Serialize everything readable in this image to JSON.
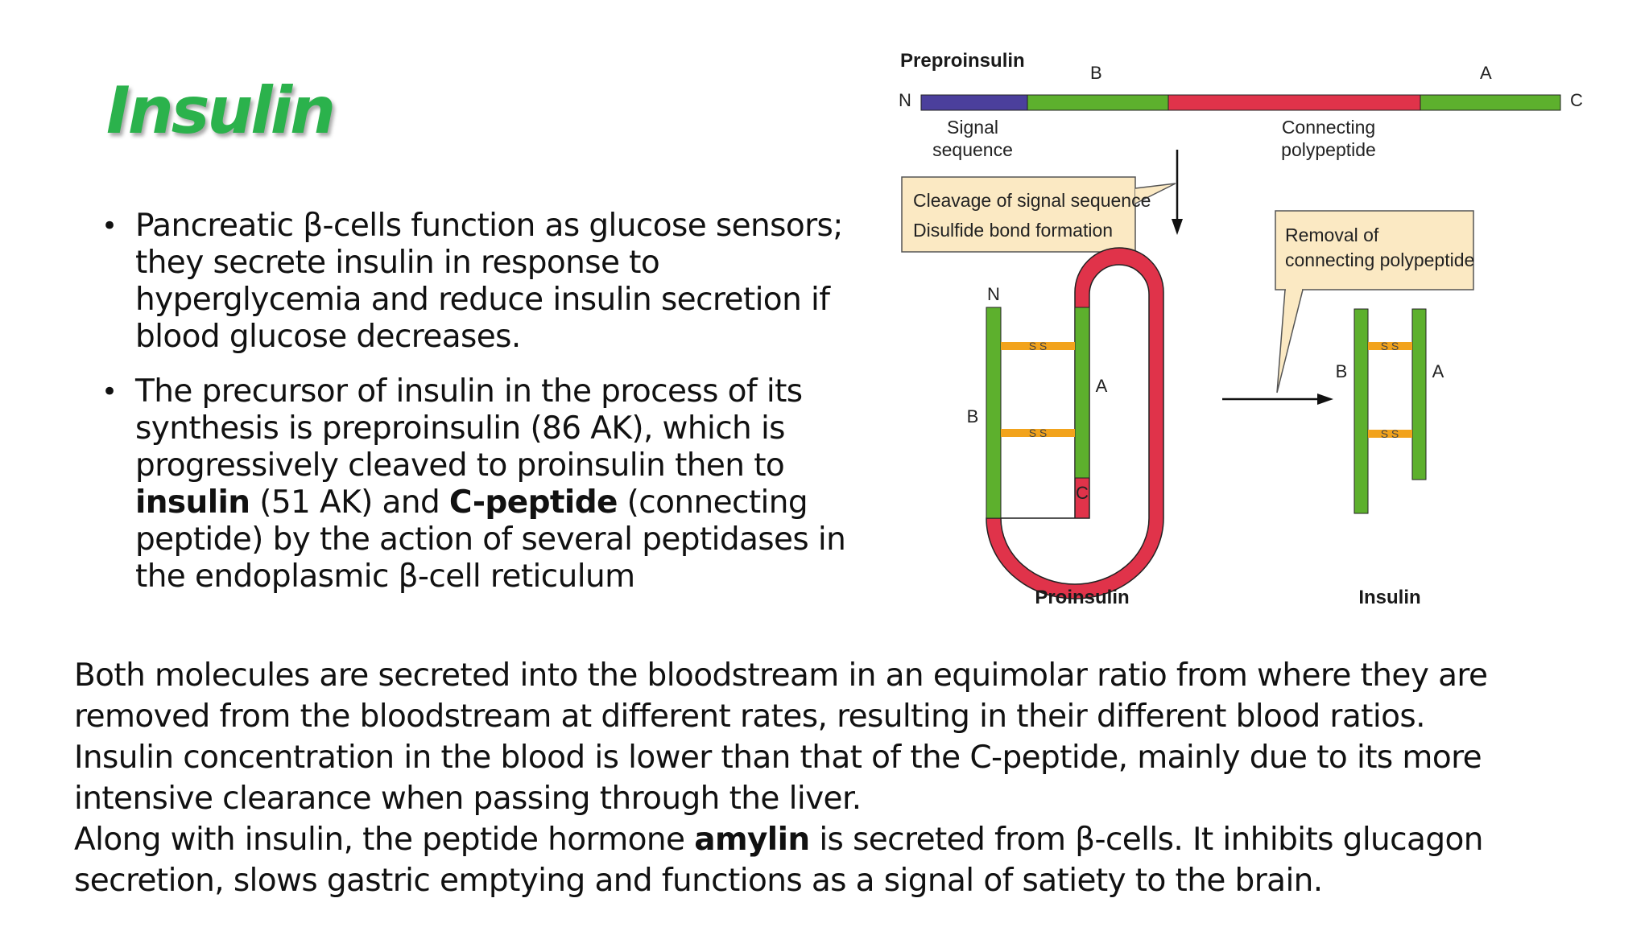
{
  "title": "Insulin",
  "bullets": [
    {
      "parts": [
        {
          "text": "Pancreatic β-cells function as glucose sensors; they secrete insulin in response to hyperglycemia and reduce insulin secretion if blood glucose decreases.",
          "bold": false
        }
      ]
    },
    {
      "parts": [
        {
          "text": "The precursor of insulin in the process of its synthesis is preproinsulin (86 AK), which is progressively cleaved to proinsulin then to ",
          "bold": false
        },
        {
          "text": "insulin",
          "bold": true
        },
        {
          "text": " (51 AK) and ",
          "bold": false
        },
        {
          "text": "C-peptide",
          "bold": true
        },
        {
          "text": " (connecting peptide) by the action of several peptidases in the endoplasmic β-cell reticulum",
          "bold": false
        }
      ]
    }
  ],
  "paragraphs": [
    {
      "parts": [
        {
          "text": "Both molecules are secreted into the bloodstream in an equimolar ratio from where they are removed from the bloodstream at different rates, resulting in their different blood ratios.",
          "bold": false
        }
      ]
    },
    {
      "parts": [
        {
          "text": "Insulin concentration in the blood is lower than that of the C-peptide, mainly due to its more intensive clearance when passing through the liver.",
          "bold": false
        }
      ]
    },
    {
      "parts": [
        {
          "text": "Along with insulin, the peptide hormone ",
          "bold": false
        },
        {
          "text": "amylin",
          "bold": true
        },
        {
          "text": " is secreted from β-cells. It inhibits glucagon secretion, slows gastric emptying and functions as a signal of satiety to the brain.",
          "bold": false
        }
      ]
    }
  ],
  "diagram": {
    "preproinsulin_label": "Preproinsulin",
    "n_terminus": "N",
    "c_terminus": "C",
    "chain_b": "B",
    "chain_a": "A",
    "signal_label": [
      "Signal",
      "sequence"
    ],
    "connecting_label": [
      "Connecting",
      "polypeptide"
    ],
    "cleavage_box": [
      "Cleavage of signal sequence",
      "Disulfide bond formation"
    ],
    "removal_box": [
      "Removal of",
      "connecting polypeptide"
    ],
    "disulfide": "S S",
    "proinsulin_label": "Proinsulin",
    "insulin_label": "Insulin",
    "colors": {
      "signal": "#4b3f9c",
      "b_chain": "#5db02d",
      "connecting": "#e0334a",
      "a_chain": "#5db02d",
      "disulfide": "#f2a31c",
      "box_fill": "#fbe9c3",
      "title_green": "#2bb24c"
    }
  }
}
